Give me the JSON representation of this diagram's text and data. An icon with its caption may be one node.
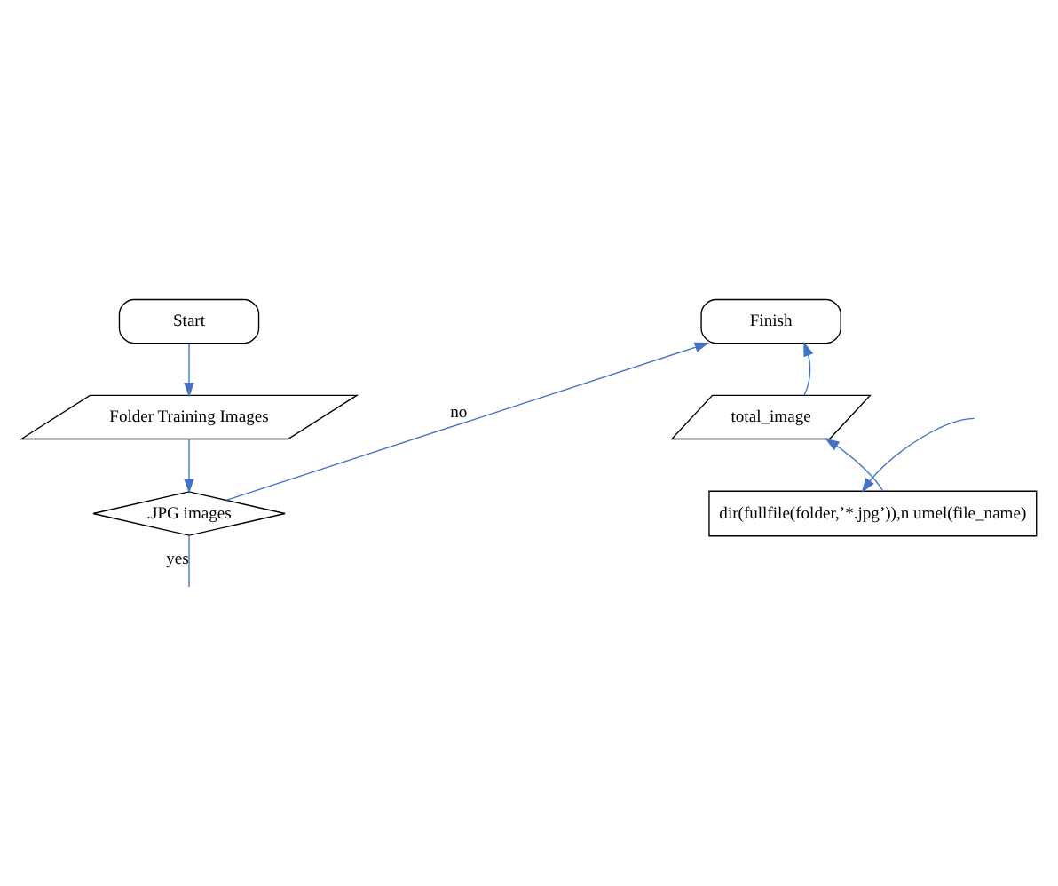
{
  "diagram": {
    "nodes": [
      {
        "text": [
          "Start"
        ]
      },
      {
        "text": [
          "Folder Training Images"
        ]
      },
      {
        "text": [
          ".JPG images"
        ]
      },
      {
        "text": [
          "Finish"
        ]
      },
      {
        "text": [
          "total_image"
        ]
      },
      {
        "text": [
          "dir(fullfile(folder,’*.jpg’)),n umel(file_name)"
        ]
      }
    ],
    "edges": [
      {
        "from": 0,
        "to": 1,
        "arrow": "to",
        "color": "#4472c4"
      },
      {
        "from": 1,
        "to": 2,
        "arrow": "to",
        "color": "#4472c4"
      },
      {
        "from": 2,
        "to": 3,
        "arrow": "to",
        "label": "no",
        "color": "#4472c4"
      },
      {
        "from": 2,
        "to": null,
        "arrow": "none",
        "label": "yes",
        "color": "#4472c4"
      },
      {
        "from": null,
        "to": 5,
        "arrow": "to",
        "color": "#4472c4"
      },
      {
        "from": 5,
        "to": 4,
        "arrow": "to",
        "color": "#4472c4"
      },
      {
        "from": 4,
        "to": 3,
        "arrow": "to",
        "color": "#4472c4"
      }
    ]
  }
}
